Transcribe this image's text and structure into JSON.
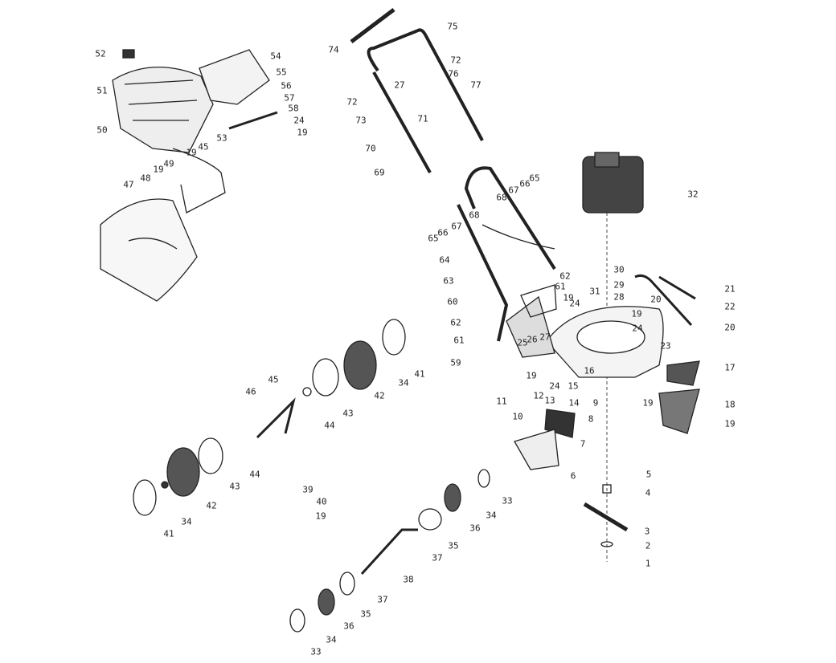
{
  "title": "Lawn mower exploded parts diagram",
  "labels": [
    "52",
    "51",
    "54",
    "55",
    "56",
    "57",
    "58",
    "24",
    "19",
    "53",
    "45",
    "19",
    "49",
    "19",
    "50",
    "48",
    "47",
    "74",
    "75",
    "72",
    "76",
    "77",
    "27",
    "72",
    "73",
    "71",
    "70",
    "69",
    "65",
    "66",
    "67",
    "68",
    "32",
    "68",
    "67",
    "66",
    "65",
    "64",
    "63",
    "62",
    "61",
    "30",
    "29",
    "31",
    "28",
    "21",
    "20",
    "22",
    "19",
    "24",
    "19",
    "20",
    "24",
    "60",
    "62",
    "61",
    "59",
    "25",
    "26",
    "27",
    "23",
    "19",
    "16",
    "17",
    "24",
    "15",
    "12",
    "13",
    "14",
    "9",
    "11",
    "19",
    "18",
    "10",
    "8",
    "19",
    "7",
    "6",
    "5",
    "4",
    "3",
    "2",
    "1",
    "41",
    "34",
    "42",
    "43",
    "44",
    "45",
    "46",
    "44",
    "43",
    "42",
    "34",
    "41",
    "39",
    "40",
    "19",
    "33",
    "34",
    "36",
    "35",
    "37",
    "38",
    "37",
    "35",
    "36",
    "34",
    "33"
  ]
}
